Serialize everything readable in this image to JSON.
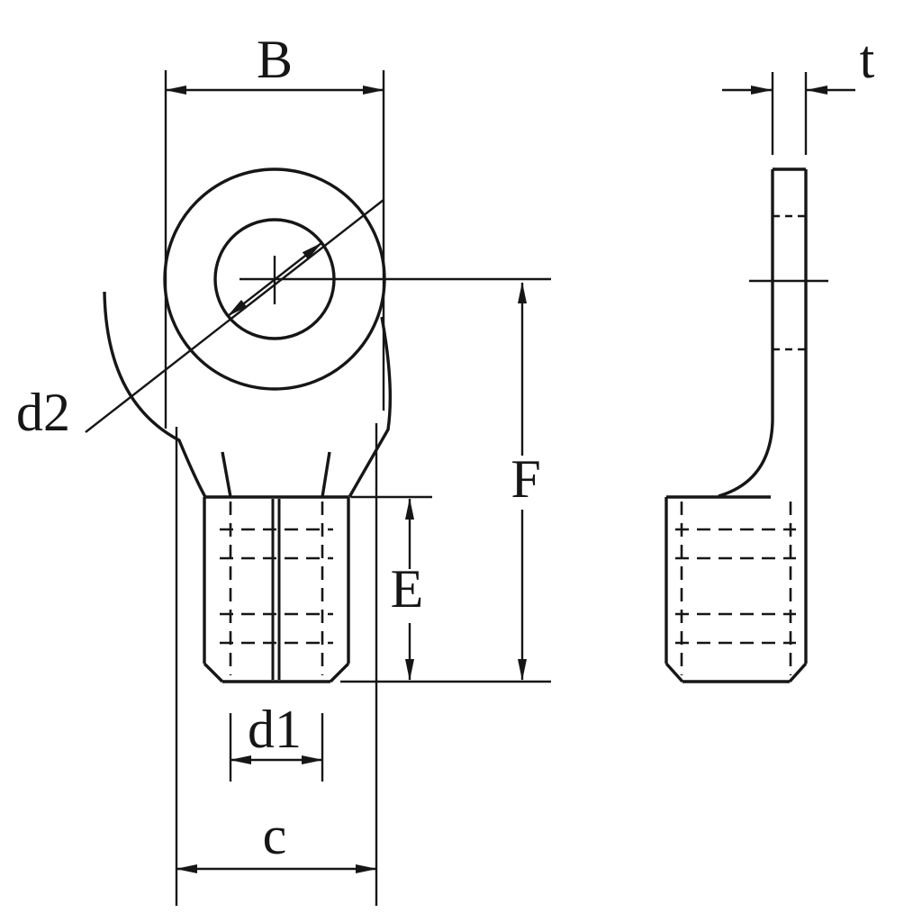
{
  "diagram": {
    "labels": {
      "B": "B",
      "t": "t",
      "d2": "d2",
      "d1": "d1",
      "c": "c",
      "E": "E",
      "F": "F"
    },
    "colors": {
      "line": "#161616",
      "background": "#ffffff"
    }
  }
}
